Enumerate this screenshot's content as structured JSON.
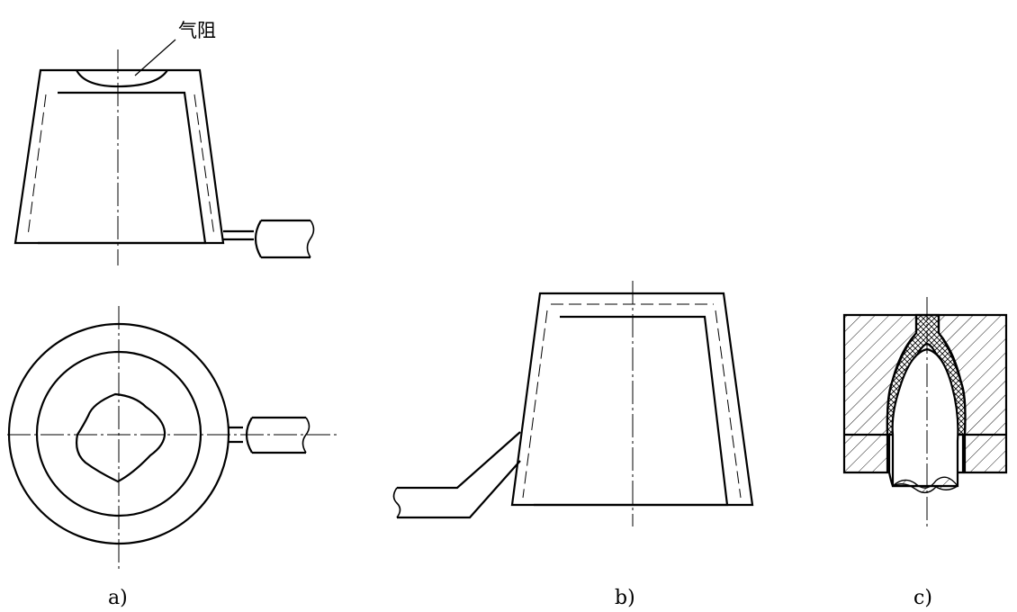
{
  "figure": {
    "annotation": "气阻",
    "captions": {
      "a": "a)",
      "b": "b)",
      "c": "c)"
    }
  },
  "colors": {
    "line": "#000000",
    "background": "#ffffff"
  }
}
